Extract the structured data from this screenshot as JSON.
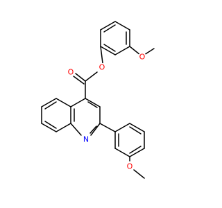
{
  "structure": {
    "atom_labels": {
      "o_ether_top": "O",
      "o_ester_single": "O",
      "o_carbonyl": "O",
      "n_ring": "N",
      "o_ether_bottom": "O"
    },
    "colors": {
      "bond": "#000000",
      "oxygen": "#ff0000",
      "nitrogen": "#0000ff",
      "background": "#ffffff"
    }
  }
}
